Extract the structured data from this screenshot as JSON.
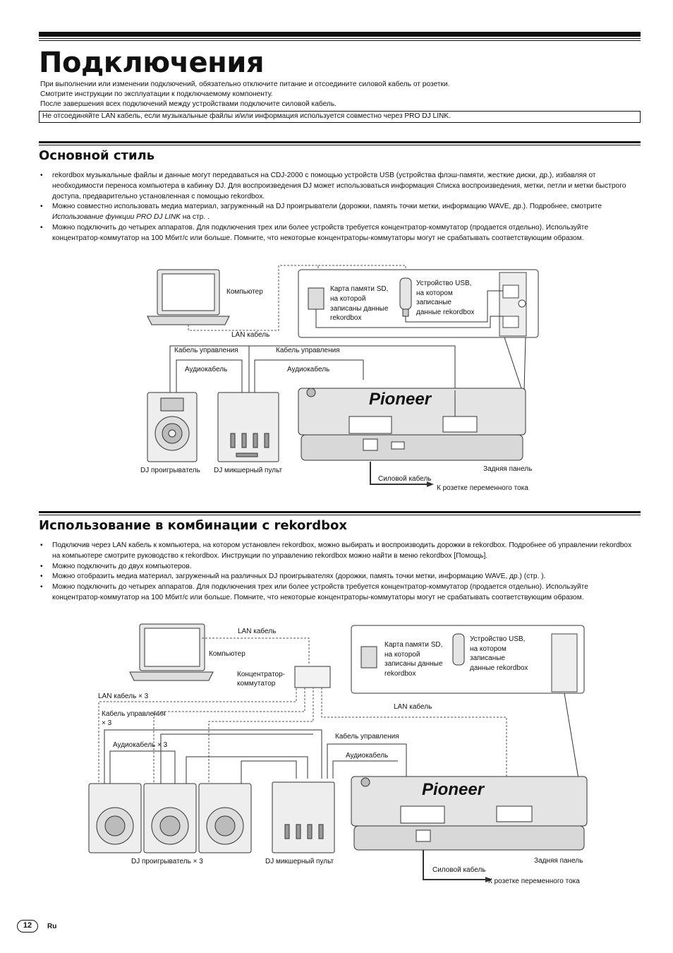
{
  "title": "Подключения",
  "intro": {
    "line1": "При выполнении или изменении подключений, обязательно отключите питание и отсоедините силовой кабель от розетки.",
    "line2": "Смотрите инструкции по эксплуатации к подключаемому компоненту.",
    "line3": "После завершения всех подключений между устройствами подключите силовой кабель."
  },
  "note": "Не отсоединяйте LAN кабель, если музыкальные файлы и/или информация используется совместно через PRO DJ LINK.",
  "section1": {
    "title": "Основной стиль",
    "b1": "rekordbox музыкальные файлы и данные могут передаваться на CDJ-2000 с помощью устройств USB (устройства флэш-памяти, жесткие диски, др.), избавляя от необходимости переноса компьютера в кабинку DJ. Для воспроизведения DJ может использоваться информация Списка воспроизведения, метки, петли и метки быстрого доступа, предварительно установленная с помощью rekordbox.",
    "b2_pre": "Можно совместно использовать медиа материал, загруженный на DJ проигрыватели (дорожки, память точки метки, информацию WAVE, др.). Подробнее, смотрите ",
    "b2_italic": "Использование функции PRO DJ LINK",
    "b2_post": " на стр.     .",
    "b3": "Можно подключить до четырех аппаратов. Для подключения трех или более устройств требуется концентратор-коммутатор (продается отдельно). Используйте концентратор-коммутатор на 100 Мбит/с или больше. Помните, что некоторые концентраторы-коммутаторы могут не срабатывать соответствующим образом."
  },
  "diagram1": {
    "computer": "Компьютер",
    "sd1": "Карта памяти SD,",
    "sd2": "на которой",
    "sd3": "записаны данные",
    "sd4": "rekordbox",
    "usb1": "Устройство USB,",
    "usb2": "на котором",
    "usb3": "записаные",
    "usb4": "данные rekordbox",
    "lan": "LAN кабель",
    "control1": "Кабель управления",
    "control2": "Кабель управления",
    "audio1": "Аудиокабель",
    "audio2": "Аудиокабель",
    "player": "DJ проигрыватель",
    "mixer": "DJ микшерный пульт",
    "rear": "Задняя панель",
    "power": "Силовой кабель",
    "outlet": "К розетке переменного тока",
    "brand": "Pioneer"
  },
  "section2": {
    "title": "Использование в комбинации с rekordbox",
    "b1": "Подключив через LAN кабель к компьютера, на котором установлен rekordbox, можно выбирать и воспроизводить дорожки в rekordbox. Подробнее об управлении rekordbox на компьютере смотрите руководство к rekordbox. Инструкции по управлению rekordbox можно найти в меню rekordbox [Помощь].",
    "b2": "Можно подключить до двух компьютеров.",
    "b3": "Можно отобразить медиа материал, загруженный на различных DJ проигрывателях (дорожки, память точки метки, информацию WAVE, др.) (стр.      ).",
    "b4": "Можно подключить до четырех аппаратов. Для подключения трех или более устройств требуется концентратор-коммутатор (продается отдельно). Используйте концентратор-коммутатор на 100 Мбит/с или больше. Помните, что некоторые концентраторы-коммутаторы могут не срабатывать соответствующим образом."
  },
  "diagram2": {
    "lan_top": "LAN кабель",
    "computer": "Компьютер",
    "hub1": "Концентратор-",
    "hub2": "коммутатор",
    "lan_x3": "LAN кабель × 3",
    "control_x3_1": "Кабель управления",
    "control_x3_2": "× 3",
    "audio_x3": "Аудиокабель × 3",
    "lan_right": "LAN кабель",
    "control": "Кабель управления",
    "audio": "Аудиокабель",
    "sd1": "Карта памяти SD,",
    "sd2": "на которой",
    "sd3": "записаны данные",
    "sd4": "rekordbox",
    "usb1": "Устройство USB,",
    "usb2": "на котором",
    "usb3": "записаные",
    "usb4": "данные rekordbox",
    "players": "DJ проигрыватель × 3",
    "mixer": "DJ микшерный пульт",
    "rear": "Задняя панель",
    "power": "Силовой кабель",
    "outlet": "К розетке переменного тока",
    "brand": "Pioneer"
  },
  "footer": {
    "page": "12",
    "lang": "Ru"
  }
}
